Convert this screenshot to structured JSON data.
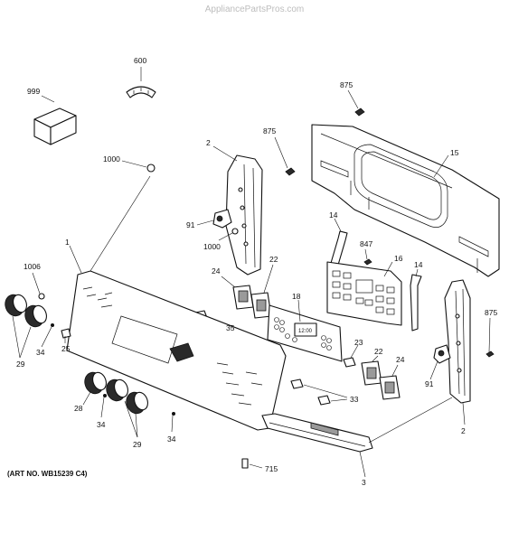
{
  "watermark": "AppliancePartsPros.com",
  "art_number": "(ART NO. WB15239 C4)",
  "display_readout": "12:00",
  "callouts": {
    "c999": "999",
    "c600": "600",
    "c875a": "875",
    "c875b": "875",
    "c875c": "875",
    "c1000a": "1000",
    "c1000b": "1000",
    "c2a": "2",
    "c2b": "2",
    "c15": "15",
    "c91a": "91",
    "c91b": "91",
    "c14a": "14",
    "c14b": "14",
    "c847": "847",
    "c16": "16",
    "c1": "1",
    "c1006": "1006",
    "c24a": "24",
    "c24b": "24",
    "c22a": "22",
    "c22b": "22",
    "c18": "18",
    "c35": "35",
    "c25": "25",
    "c34a": "34",
    "c34b": "34",
    "c34c": "34",
    "c29a": "29",
    "c29b": "29",
    "c28": "28",
    "c23": "23",
    "c33": "33",
    "c3": "3",
    "c715": "715"
  }
}
